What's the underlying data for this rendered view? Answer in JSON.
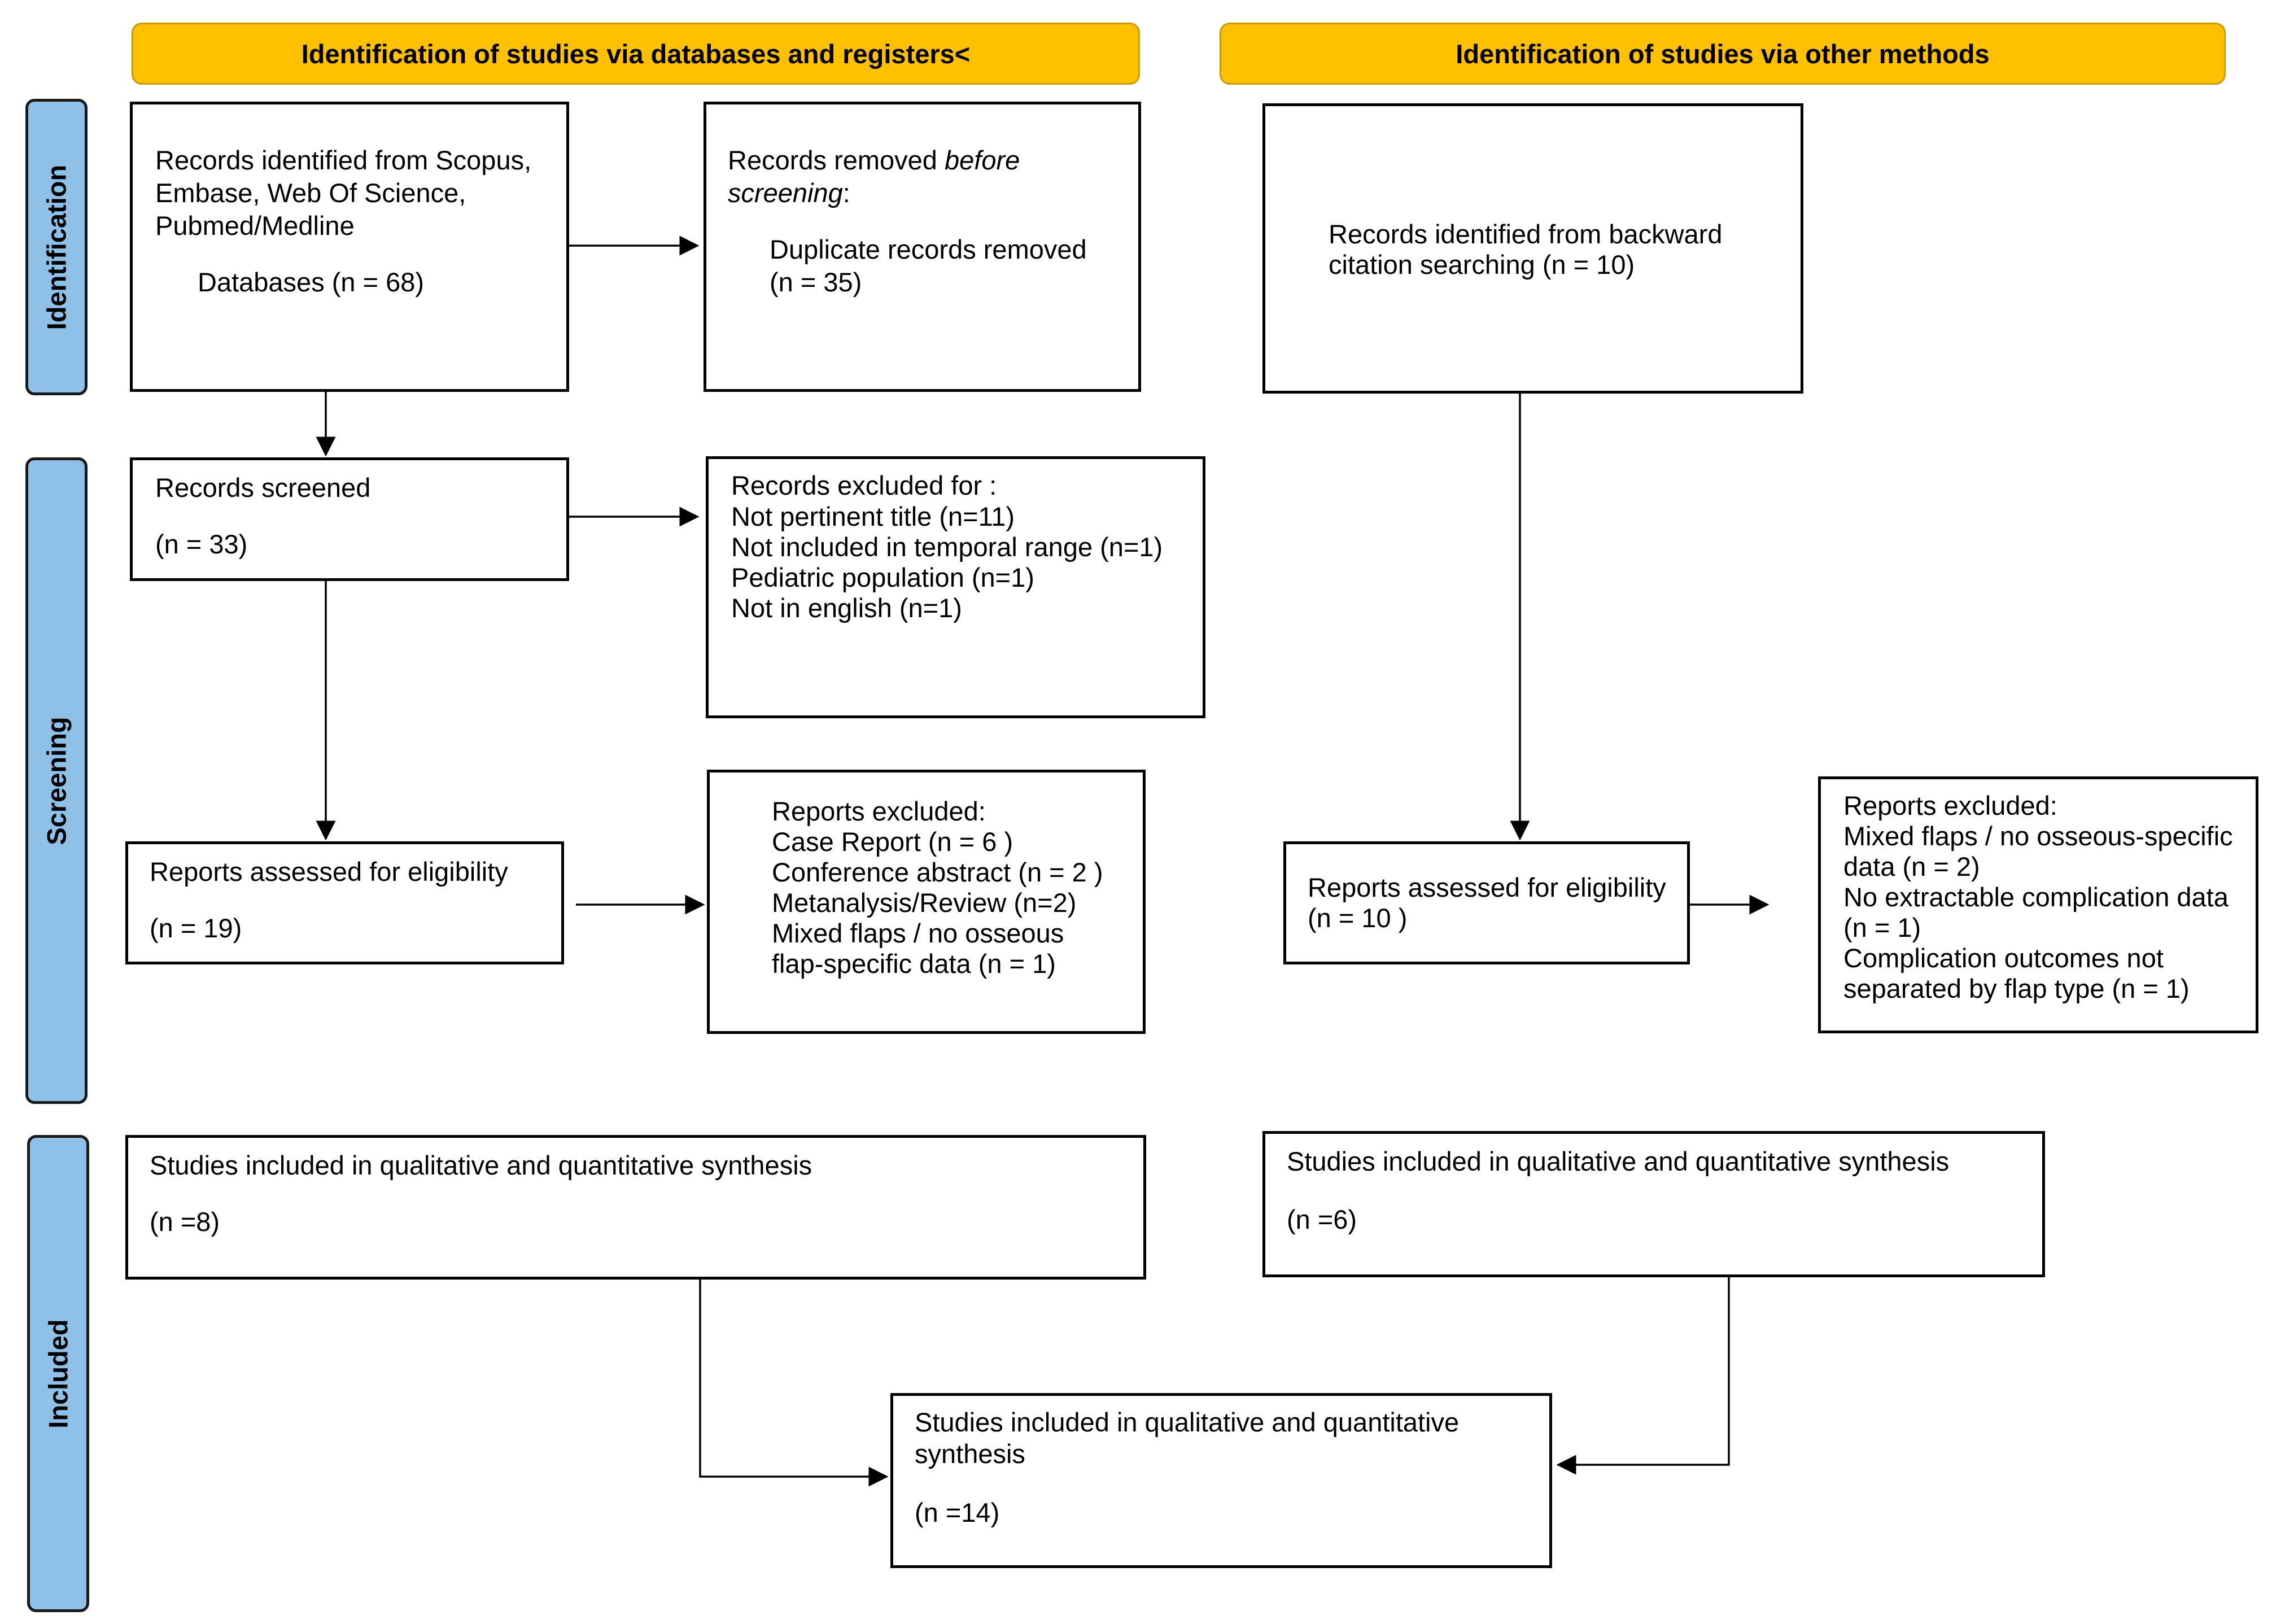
{
  "headers": {
    "left": "Identification of studies via databases and registers<",
    "right": "Identification of studies via other methods"
  },
  "phases": {
    "identification": "Identification",
    "screening": "Screening",
    "included": "Included"
  },
  "db": {
    "records_identified": {
      "line1": "Records identified from Scopus,",
      "line2": "Embase, Web Of Science,",
      "line3": "Pubmed/Medline",
      "line4": "Databases (n = 68)"
    },
    "records_removed": {
      "title_pre": "Records removed ",
      "title_em1": "before",
      "title_em2": "screening",
      "title_post": ":",
      "line1": "Duplicate records removed",
      "line2": "(n = 35)"
    },
    "records_screened": {
      "title": "Records screened",
      "count": "(n = 33)"
    },
    "records_excluded": {
      "title": "Records excluded for :",
      "items": [
        "Not pertinent title (n=11)",
        "Not included in temporal range (n=1)",
        "Pediatric population (n=1)",
        "Not in english (n=1)"
      ]
    },
    "reports_assessed": {
      "title": "Reports assessed for eligibility",
      "count": "(n = 19)"
    },
    "reports_excluded": {
      "title": "Reports excluded:",
      "items": [
        "Case Report (n = 6 )",
        "Conference abstract (n = 2 )",
        "Metanalysis/Review (n=2)",
        "Mixed flaps / no osseous",
        "flap-specific data (n = 1)"
      ]
    },
    "studies_included": {
      "title": "Studies included in qualitative and quantitative synthesis",
      "count": "(n =8)"
    }
  },
  "other": {
    "records_identified": {
      "line1": "Records identified from backward",
      "line2": "citation searching (n = 10)"
    },
    "reports_assessed": {
      "title": "Reports assessed for eligibility",
      "count": "(n = 10 )"
    },
    "reports_excluded": {
      "title": "Reports excluded:",
      "items": [
        "Mixed flaps / no osseous-specific",
        "data (n = 2)",
        "No extractable complication data",
        "(n = 1)",
        "Complication outcomes not",
        "separated by flap type (n = 1)"
      ]
    },
    "studies_included": {
      "title": "Studies included in qualitative and quantitative synthesis",
      "count": "(n =6)"
    }
  },
  "total": {
    "line1": "Studies included in qualitative and quantitative",
    "line2": "synthesis",
    "count": "(n =14)"
  }
}
